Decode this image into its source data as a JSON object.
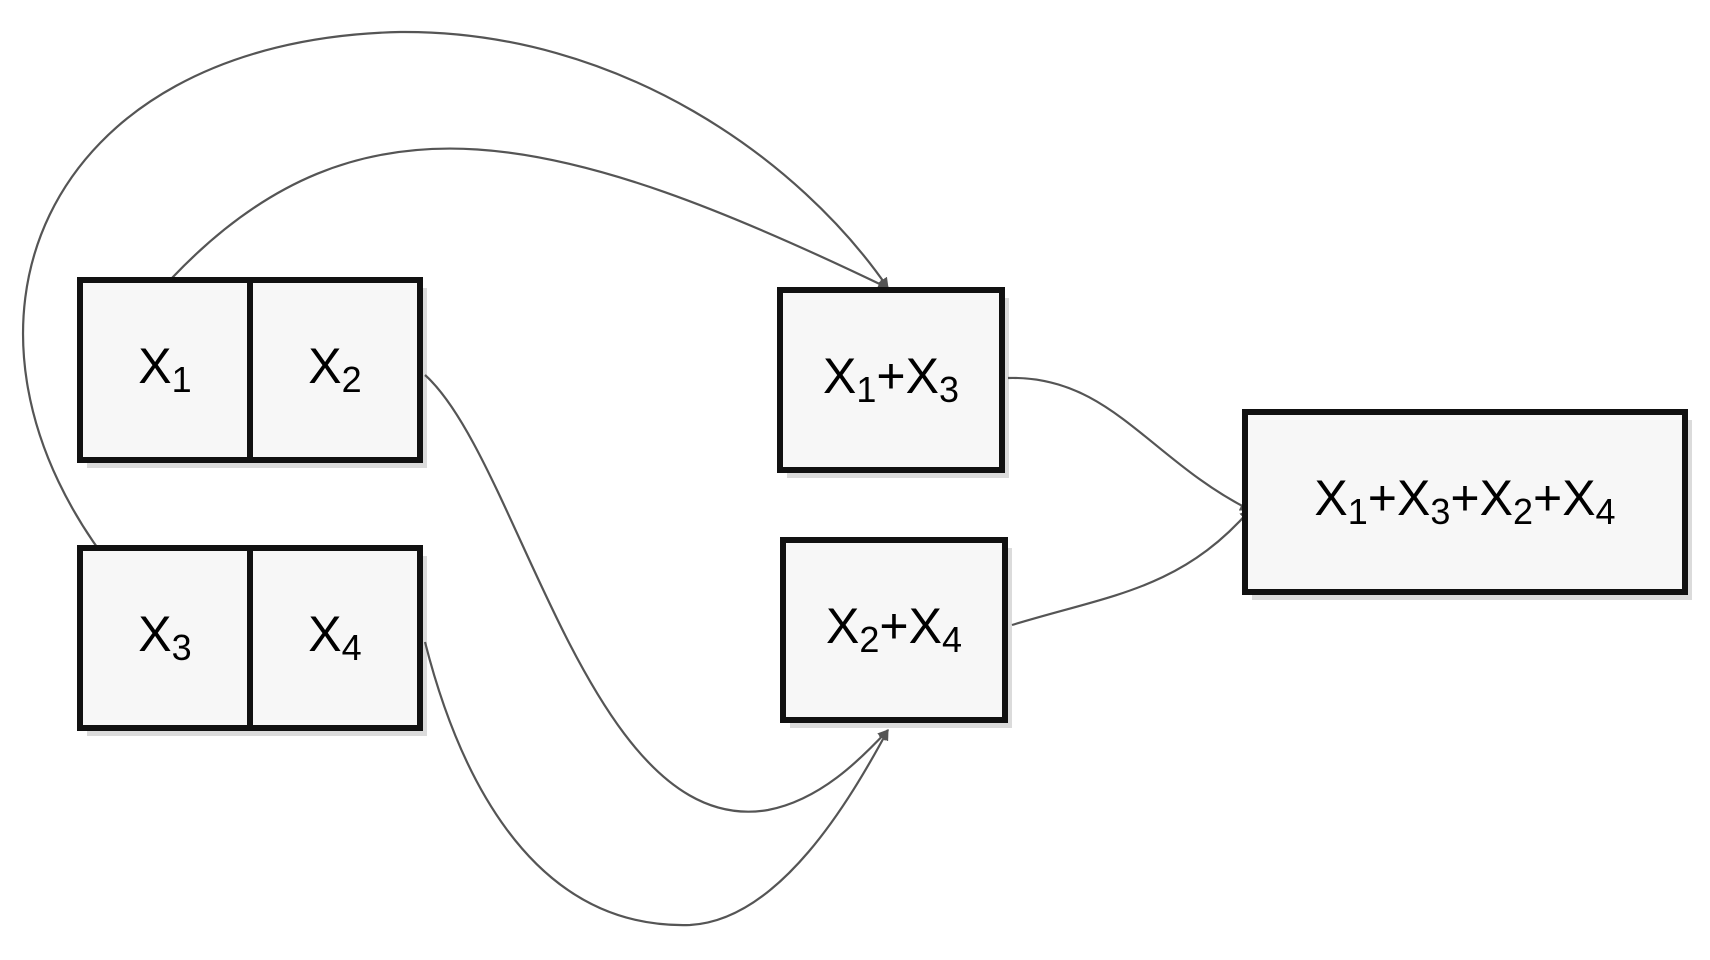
{
  "nodes": {
    "x1": {
      "base": "X",
      "sub": "1"
    },
    "x2": {
      "base": "X",
      "sub": "2"
    },
    "x3": {
      "base": "X",
      "sub": "3"
    },
    "x4": {
      "base": "X",
      "sub": "4"
    },
    "x1x3": {
      "t1": "X",
      "s1": "1",
      "op1": "+",
      "t2": "X",
      "s2": "3"
    },
    "x2x4": {
      "t1": "X",
      "s1": "2",
      "op1": "+",
      "t2": "X",
      "s2": "4"
    },
    "sum": {
      "t1": "X",
      "s1": "1",
      "op1": "+",
      "t2": "X",
      "s2": "3",
      "op2": "+",
      "t3": "X",
      "s3": "2",
      "op3": "+",
      "t4": "X",
      "s4": "4"
    }
  },
  "edges": [
    {
      "from": "x1",
      "to": "x1x3"
    },
    {
      "from": "x3",
      "to": "x1x3"
    },
    {
      "from": "x2",
      "to": "x2x4"
    },
    {
      "from": "x4",
      "to": "x2x4"
    },
    {
      "from": "x1x3",
      "to": "sum"
    },
    {
      "from": "x2x4",
      "to": "sum"
    }
  ],
  "colors": {
    "edge": "#555555",
    "box_border": "#111111",
    "box_fill": "#f7f7f7"
  }
}
